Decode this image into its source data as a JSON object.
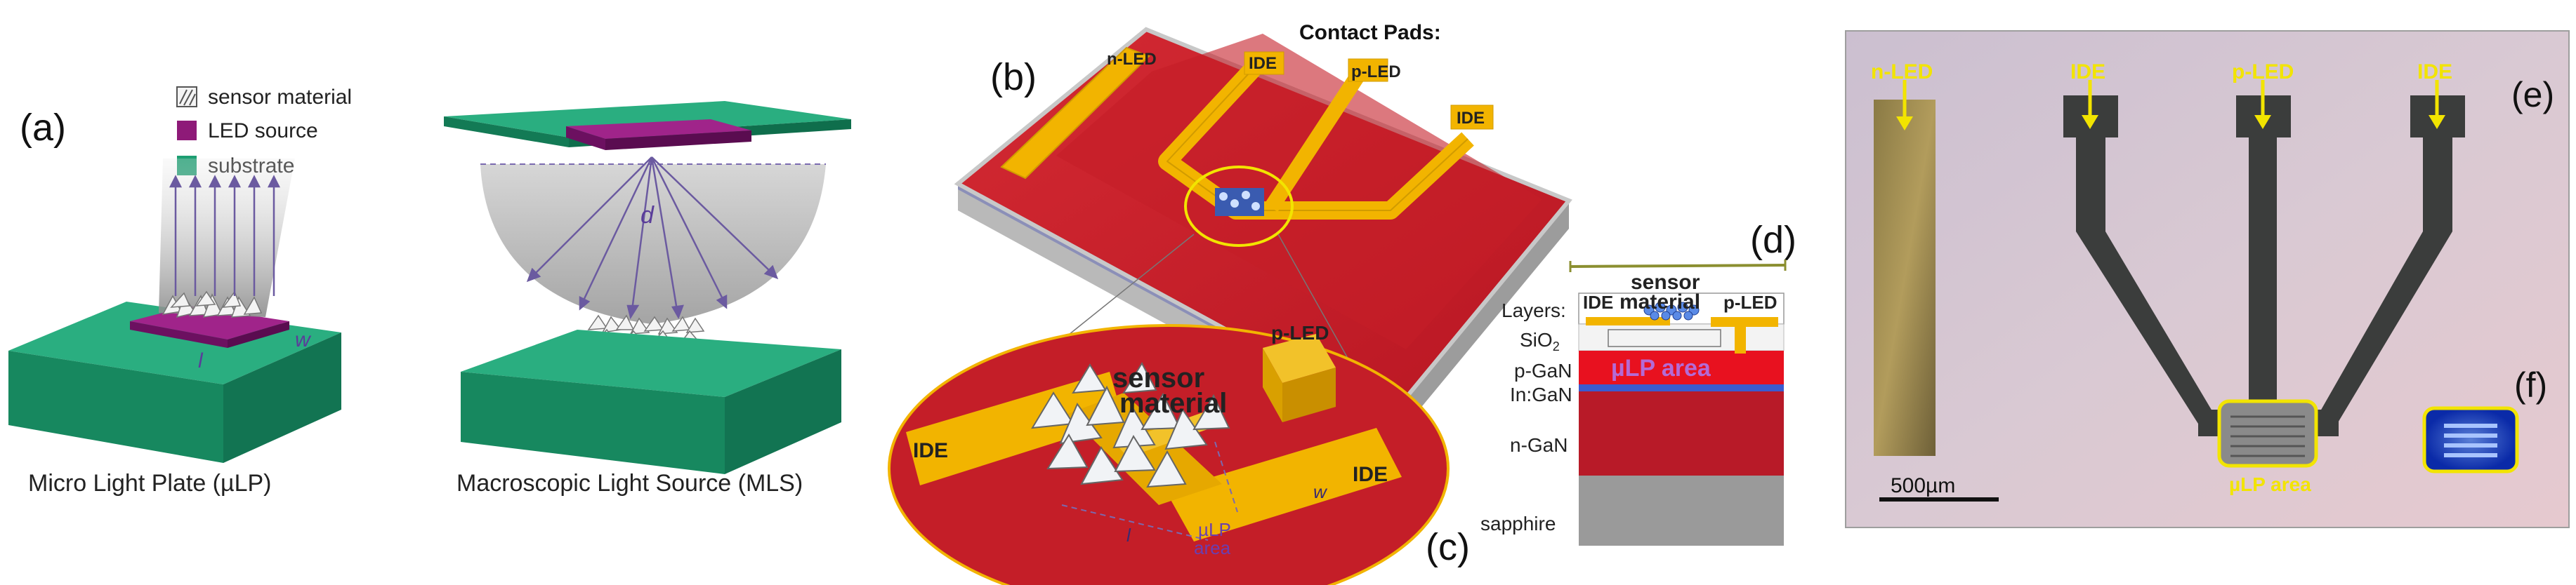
{
  "panel_a": {
    "label": "(a)",
    "legend": {
      "sensor": "sensor material",
      "led": "LED source",
      "substrate": "substrate"
    },
    "dim_l": "l",
    "dim_w": "w",
    "dim_d": "d",
    "caption_ulp": "Micro Light Plate (µLP)",
    "caption_mls": "Macroscopic Light Source (MLS)"
  },
  "panel_b": {
    "label": "(b)",
    "contact_pads": "Contact Pads:",
    "pad_nled": "n-LED",
    "pad_ide1": "IDE",
    "pad_pled": "p-LED",
    "pad_ide2": "IDE"
  },
  "panel_c": {
    "label": "(c)",
    "ide_left": "IDE",
    "ide_right": "IDE",
    "pled": "p-LED",
    "sensor": "sensor",
    "material": "material",
    "ulp": "µLP",
    "area": "area",
    "dim_l": "l",
    "dim_w": "w"
  },
  "panel_d": {
    "label": "(d)",
    "sensor": "sensor",
    "material": "material",
    "layers": "Layers:",
    "ide": "IDE",
    "pled": "p-LED",
    "sio2": "SiO",
    "sio2_sub": "2",
    "pgan": "p-GaN",
    "ulp_area": "µLP area",
    "ingan": "In:GaN",
    "ngan": "n-GaN",
    "sapphire": "sapphire"
  },
  "panel_e": {
    "label": "(e)",
    "nled": "n-LED",
    "ide1": "IDE",
    "pled": "p-LED",
    "ide2": "IDE",
    "scale": "500µm",
    "ulp_area": "µLP area"
  },
  "panel_f": {
    "label": "(f)"
  },
  "colors": {
    "substrate_green": "#1d9e72",
    "led_purple": "#8e1a78",
    "chip_red": "#c8202b",
    "electrode_gold": "#f2b400",
    "micrograph_bg": "#d9c9d3",
    "electrode_dark": "#3b3d3c",
    "highlight_yellow": "#f2e400"
  }
}
